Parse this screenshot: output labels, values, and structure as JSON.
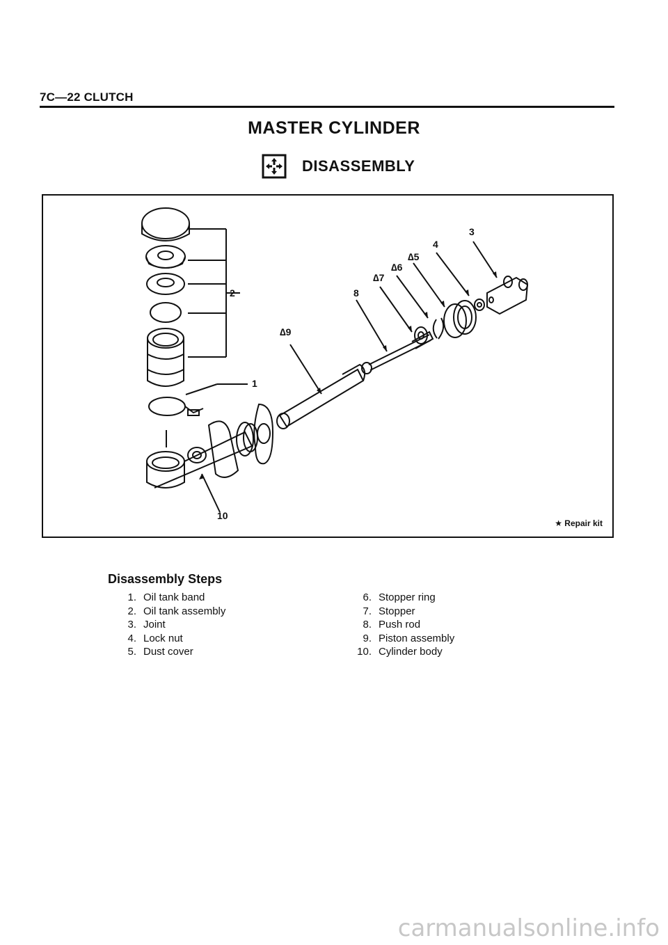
{
  "header": {
    "section": "7C—22 CLUTCH"
  },
  "title": "MASTER CYLINDER",
  "subtitle": {
    "label": "DISASSEMBLY",
    "icon": "disassembly-arrows-icon"
  },
  "figure": {
    "callouts": {
      "c1": "1",
      "c2": "2",
      "c3": "3",
      "c4": "4",
      "c5": "∆5",
      "c6": "∆6",
      "c7": "∆7",
      "c8": "8",
      "c9": "∆9",
      "c10": "10"
    },
    "note": "★ Repair kit"
  },
  "steps": {
    "title": "Disassembly Steps",
    "left": [
      {
        "num": "1.",
        "label": "Oil tank band"
      },
      {
        "num": "2.",
        "label": "Oil tank assembly"
      },
      {
        "num": "3.",
        "label": "Joint"
      },
      {
        "num": "4.",
        "label": "Lock nut"
      },
      {
        "num": "5.",
        "label": "Dust cover"
      }
    ],
    "right": [
      {
        "num": "6.",
        "label": "Stopper ring"
      },
      {
        "num": "7.",
        "label": "Stopper"
      },
      {
        "num": "8.",
        "label": "Push rod"
      },
      {
        "num": "9.",
        "label": "Piston assembly"
      },
      {
        "num": "10.",
        "label": "Cylinder body"
      }
    ]
  },
  "watermark": "carmanualsonline.info"
}
